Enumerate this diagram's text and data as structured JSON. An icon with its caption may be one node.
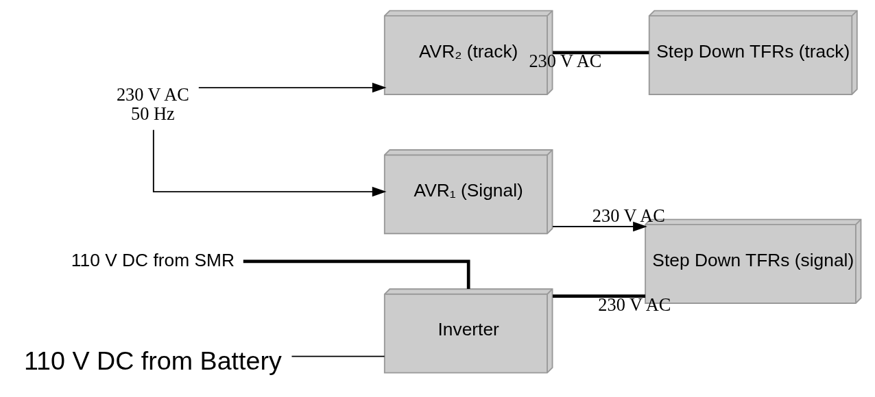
{
  "diagram": {
    "nodes": [
      {
        "text": [
          "230 V AC",
          "50 Hz"
        ]
      },
      {
        "text": [
          "AVR₁ (Signal)"
        ]
      },
      {
        "text": [
          "110 V DC from SMR"
        ]
      },
      {
        "text": [
          "110 V DC from Battery"
        ]
      },
      {
        "text": [
          "Inverter"
        ]
      },
      {
        "text": [
          "Step Down TFRs (signal)"
        ]
      },
      {
        "text": [
          "AVR₂ (track)"
        ]
      },
      {
        "text": [
          "Step Down TFRs (track)"
        ]
      }
    ],
    "edges": [
      {
        "from": 0,
        "to": 1,
        "arrow": "to"
      },
      {
        "from": 0,
        "to": 6,
        "arrow": "to"
      },
      {
        "from": 2,
        "to": 4,
        "arrow": "none",
        "style": "thick"
      },
      {
        "from": 3,
        "to": 4,
        "arrow": "none"
      },
      {
        "from": 1,
        "to": 5,
        "arrow": "to",
        "label": "230 V AC"
      },
      {
        "from": 4,
        "to": 5,
        "arrow": "none",
        "style": "thick",
        "label": "230 V AC"
      },
      {
        "from": 6,
        "to": 7,
        "arrow": "none",
        "style": "thick",
        "label": "230 V AC"
      }
    ]
  }
}
